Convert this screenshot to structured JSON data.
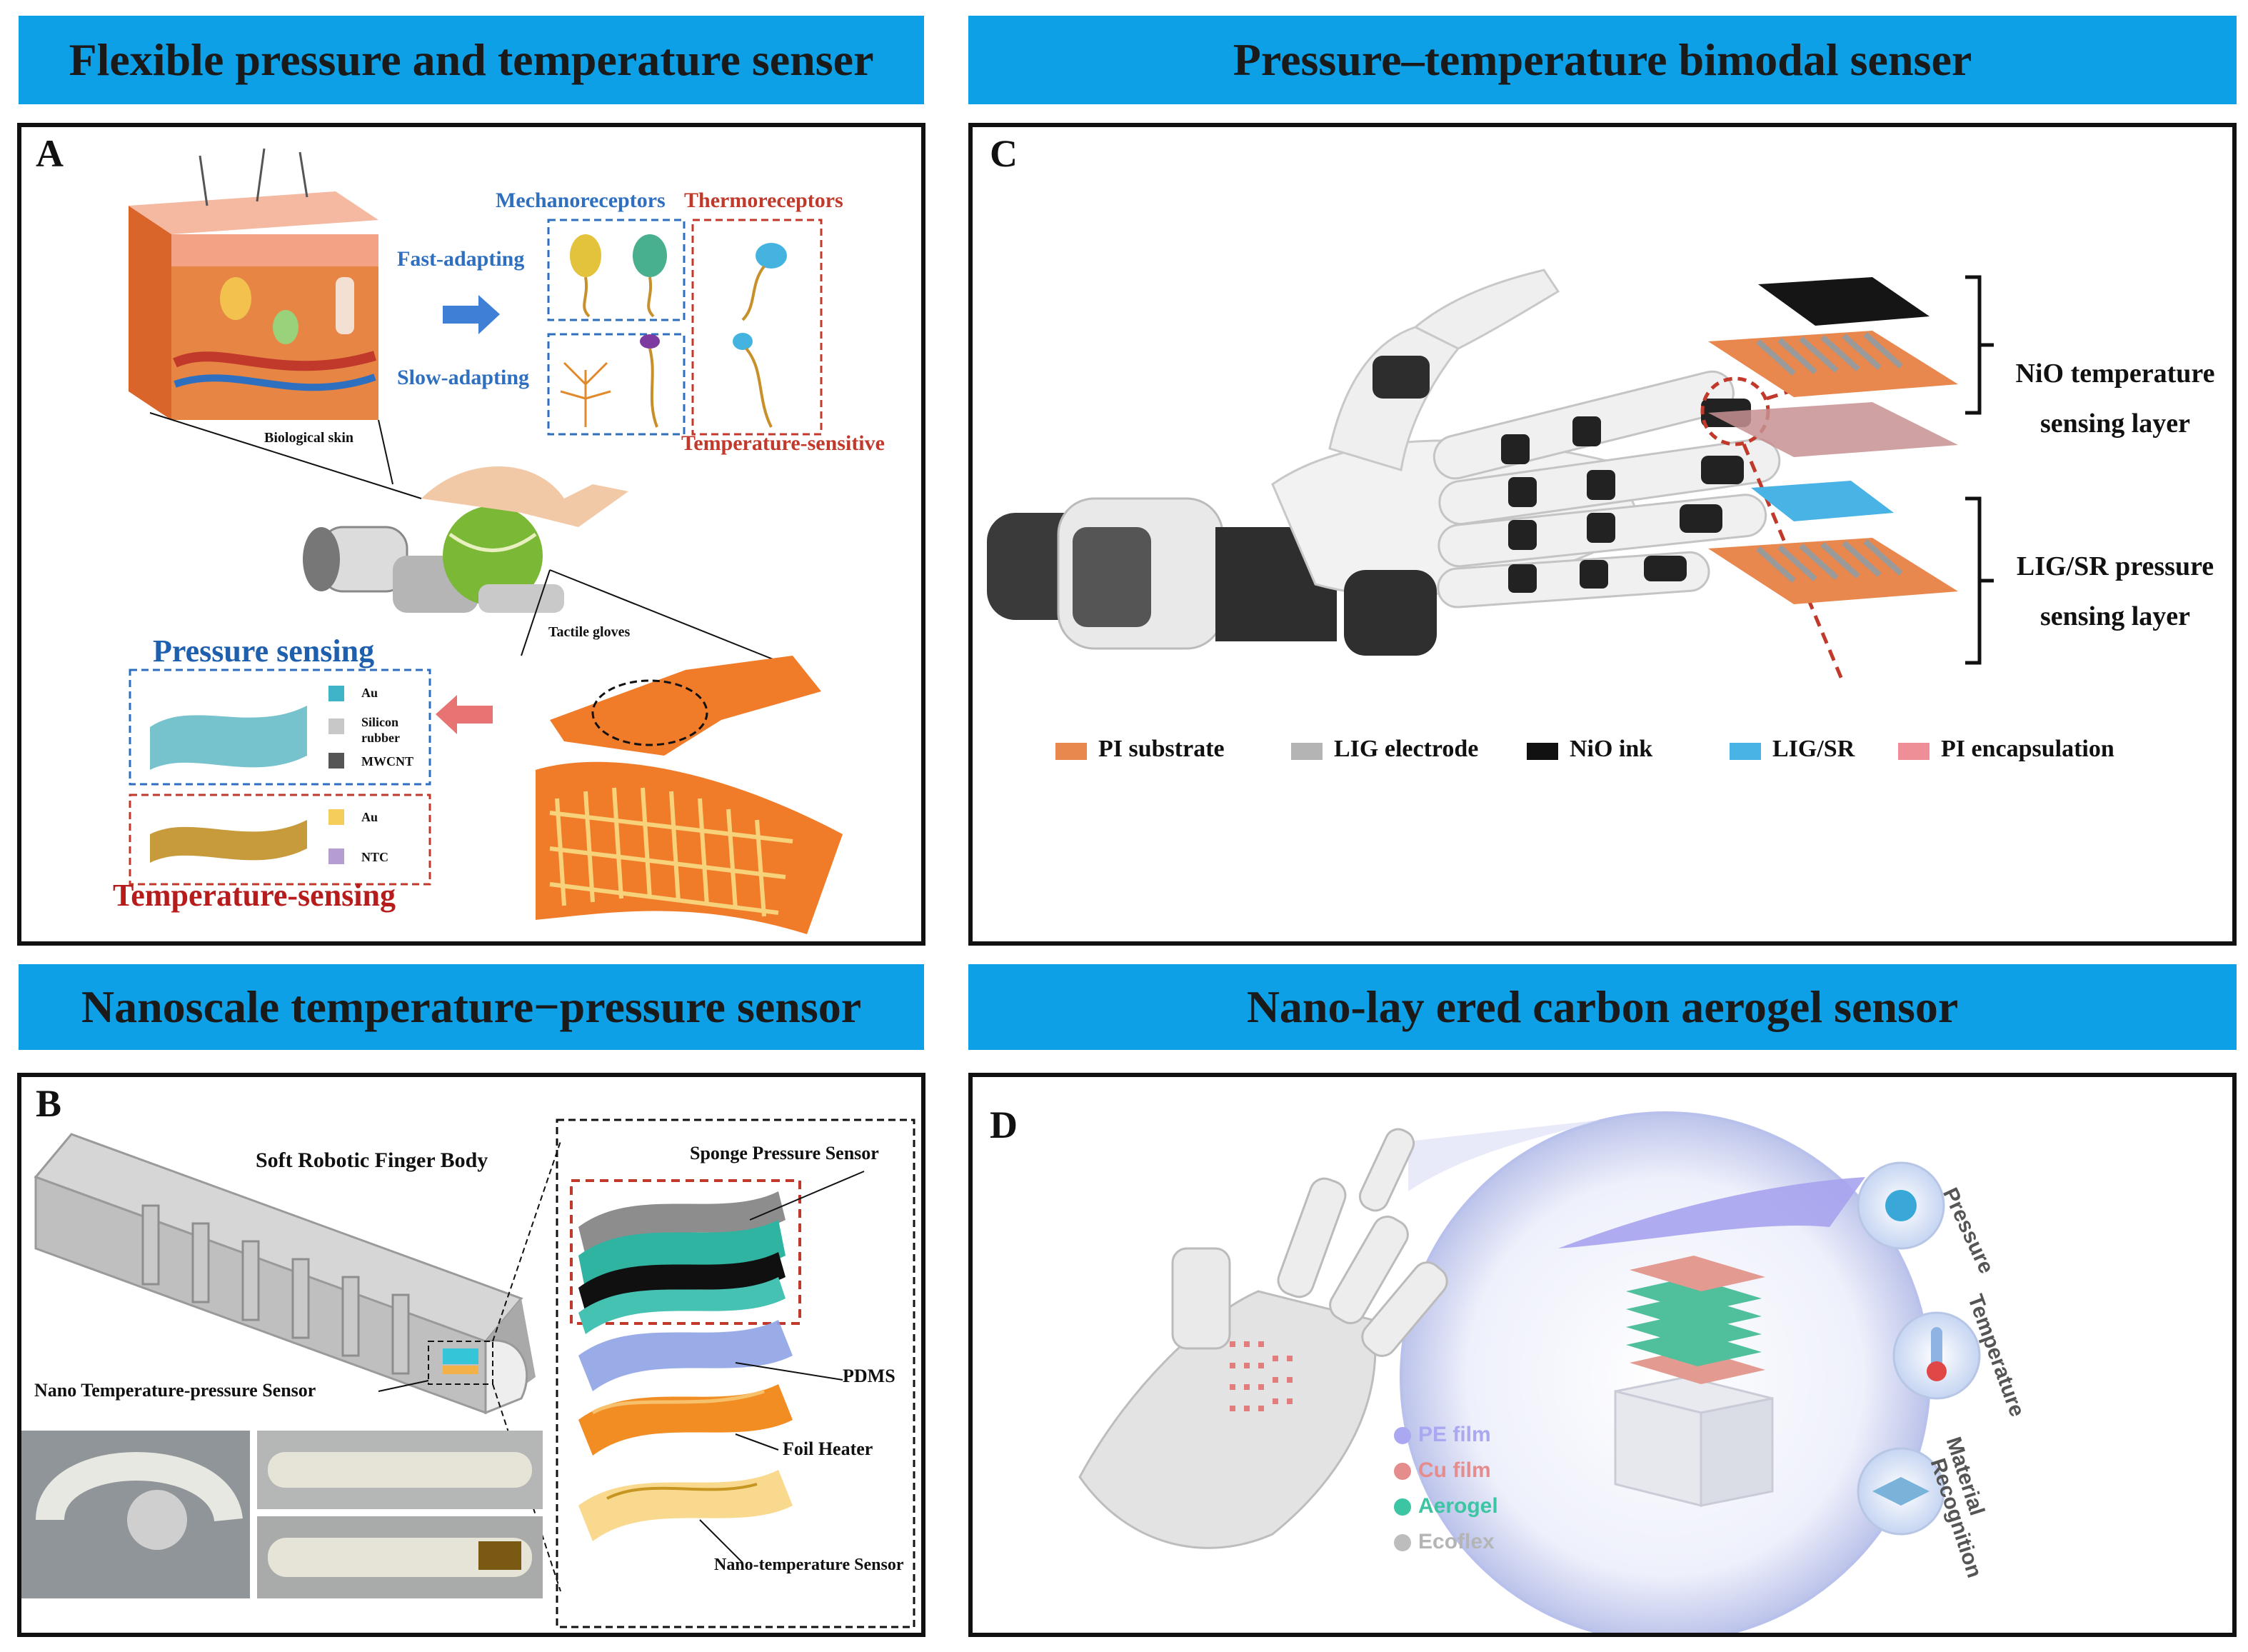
{
  "headers": {
    "a": "Flexible pressure and temperature senser",
    "c": "Pressure–temperature bimodal senser",
    "b": "Nanoscale temperature−pressure sensor",
    "d": "Nano-lay ered carbon aerogel sensor"
  },
  "panel_a": {
    "label": "A",
    "mechanoreceptors": "Mechanoreceptors",
    "thermoreceptors": "Thermoreceptors",
    "fast_adapting": "Fast-adapting",
    "slow_adapting": "Slow-adapting",
    "temperature_sensitive": "Temperature-sensitive",
    "biological_skin": "Biological skin",
    "tactile_gloves": "Tactile gloves",
    "pressure_sensing": "Pressure sensing",
    "temperature_sensing": "Temperature-sensing",
    "legend_au1": "Au",
    "legend_silicon": "Silicon rubber",
    "legend_mwcnt": "MWCNT",
    "legend_au2": "Au",
    "legend_ntc": "NTC"
  },
  "panel_c": {
    "label": "C",
    "nio_layer": "NiO temperature sensing layer",
    "lig_layer": "LIG/SR pressure sensing layer",
    "legend": [
      {
        "label": "PI substrate",
        "color": "#e8874e"
      },
      {
        "label": "LIG electrode",
        "color": "#b4b4b4"
      },
      {
        "label": "NiO ink",
        "color": "#111111"
      },
      {
        "label": "LIG/SR",
        "color": "#4ab3e6"
      },
      {
        "label": "PI encapsulation",
        "color": "#ee8f98"
      }
    ]
  },
  "panel_b": {
    "label": "B",
    "finger_body": "Soft Robotic Finger Body",
    "nano_sensor": "Nano Temperature-pressure Sensor",
    "sponge": "Sponge Pressure Sensor",
    "pdms": "PDMS",
    "foil_heater": "Foil Heater",
    "nano_temp": "Nano-temperature Sensor"
  },
  "panel_d": {
    "label": "D",
    "pressure": "Pressure",
    "temperature": "Temperature",
    "material": "Material",
    "recognition": "Recognition",
    "legend": [
      {
        "label": "PE film",
        "color": "#a9a8f0"
      },
      {
        "label": "Cu film",
        "color": "#e58c8c"
      },
      {
        "label": "Aerogel",
        "color": "#3cc5a3"
      },
      {
        "label": "Ecoflex",
        "color": "#bdbdbd"
      }
    ]
  }
}
